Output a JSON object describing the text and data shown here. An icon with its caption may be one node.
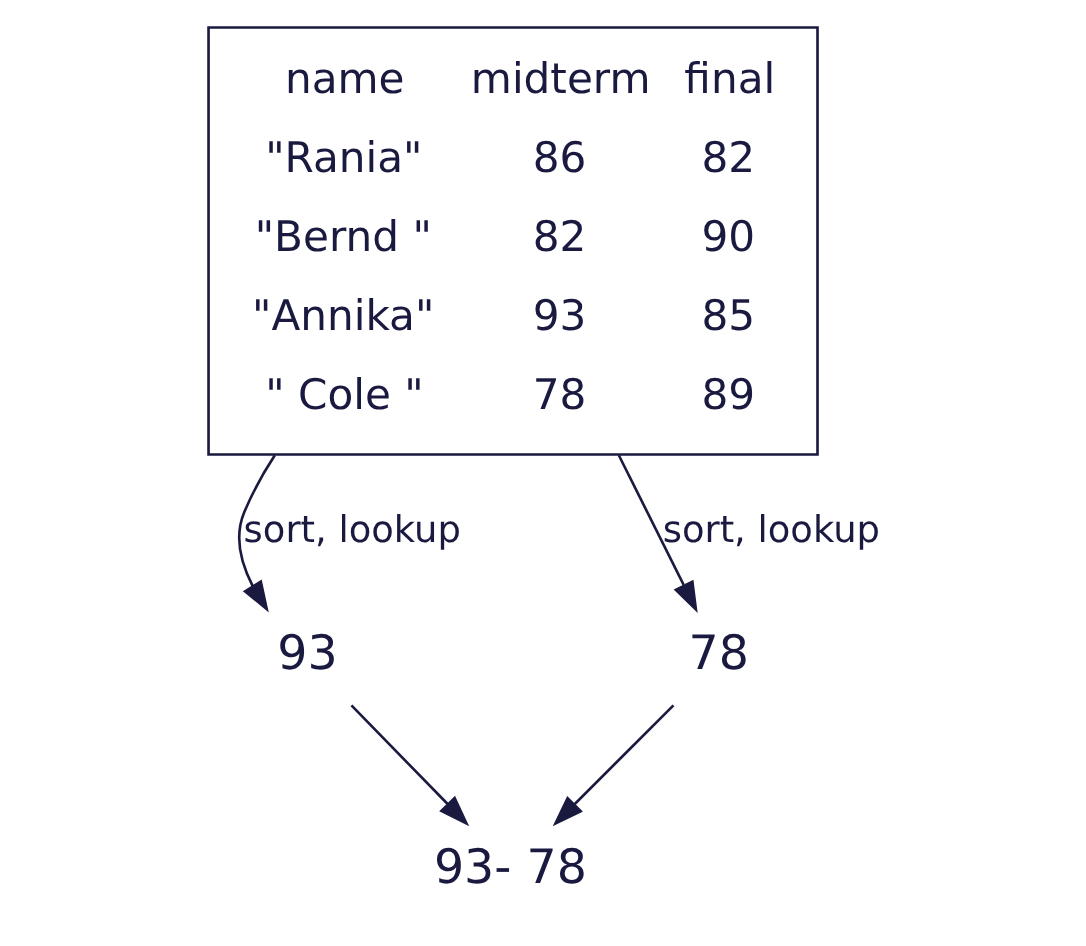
{
  "diagram": {
    "nodes": [
      {
        "text": [
          "name",
          "midterm",
          "final",
          "\"Rania\"",
          "86",
          "82",
          "\"Bernd \"",
          "82",
          "90",
          "\"Annika\"",
          "93",
          "85",
          "\" Cole \"",
          "78",
          "89"
        ]
      },
      {
        "text": [
          "93"
        ]
      },
      {
        "text": [
          "78"
        ]
      },
      {
        "text": [
          "93- 78"
        ]
      }
    ],
    "edges": [
      {
        "from": 0,
        "to": 1,
        "arrow": "to",
        "label": "sort, lookup"
      },
      {
        "from": 0,
        "to": 2,
        "arrow": "to",
        "label": "sort, lookup"
      },
      {
        "from": 1,
        "to": 3,
        "arrow": "to"
      },
      {
        "from": 2,
        "to": 3,
        "arrow": "to"
      }
    ]
  }
}
